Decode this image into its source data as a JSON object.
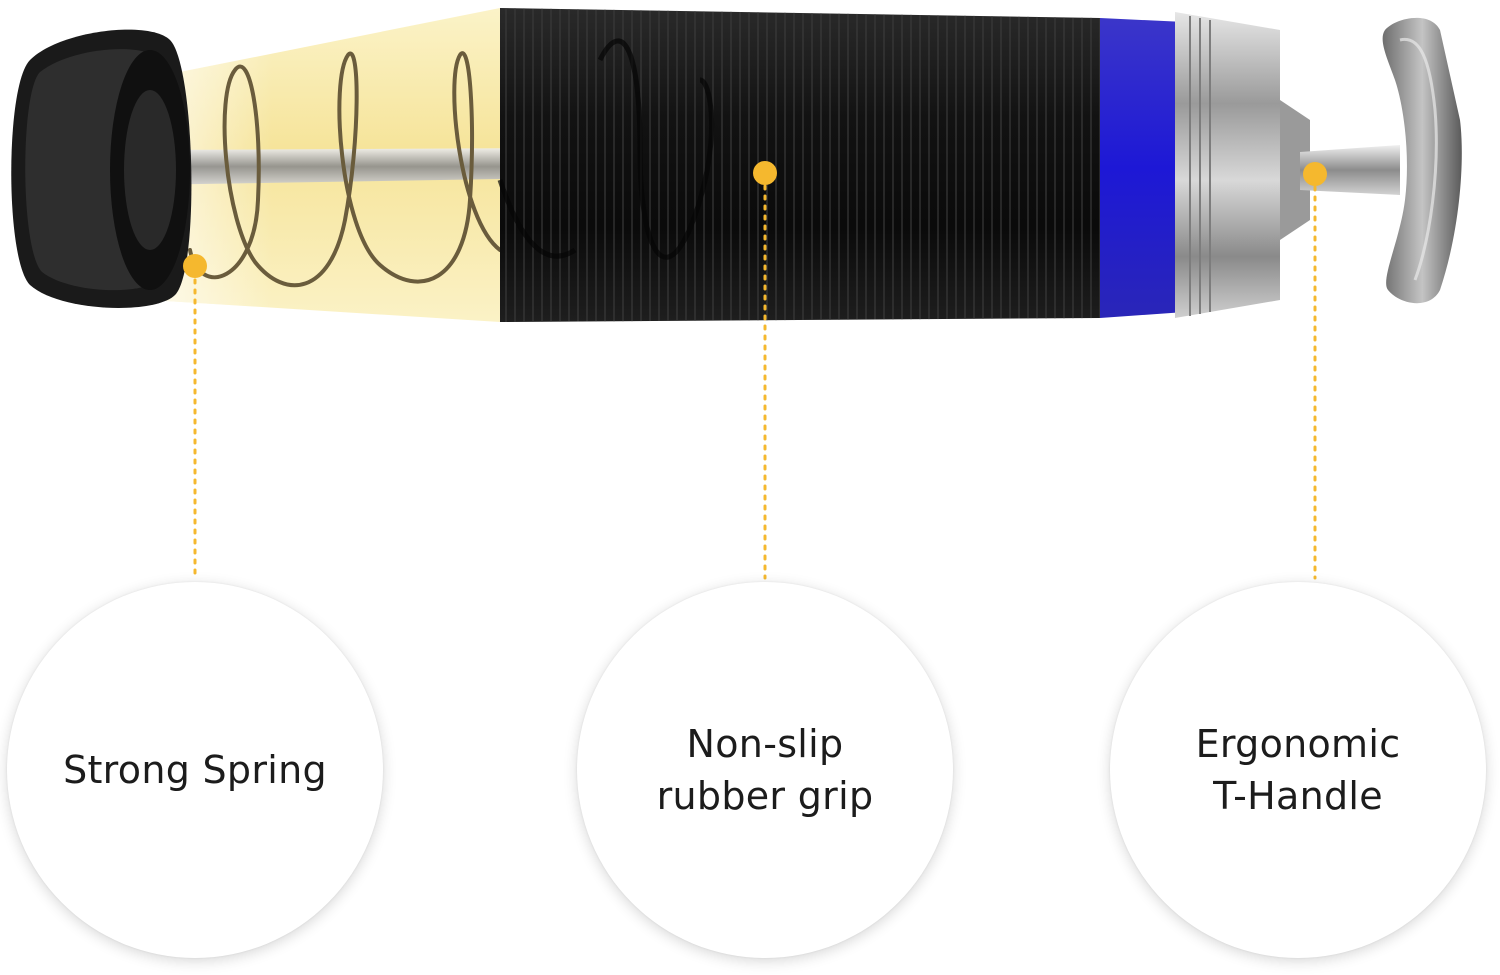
{
  "accent_color": "#f5b82e",
  "callouts": [
    {
      "icon": "strong-spring",
      "lines": [
        "Strong Spring"
      ]
    },
    {
      "icon": "rubber-grip",
      "lines": [
        "Non-slip",
        "rubber grip"
      ]
    },
    {
      "icon": "t-handle",
      "lines": [
        "Ergonomic",
        "T-Handle"
      ]
    }
  ]
}
